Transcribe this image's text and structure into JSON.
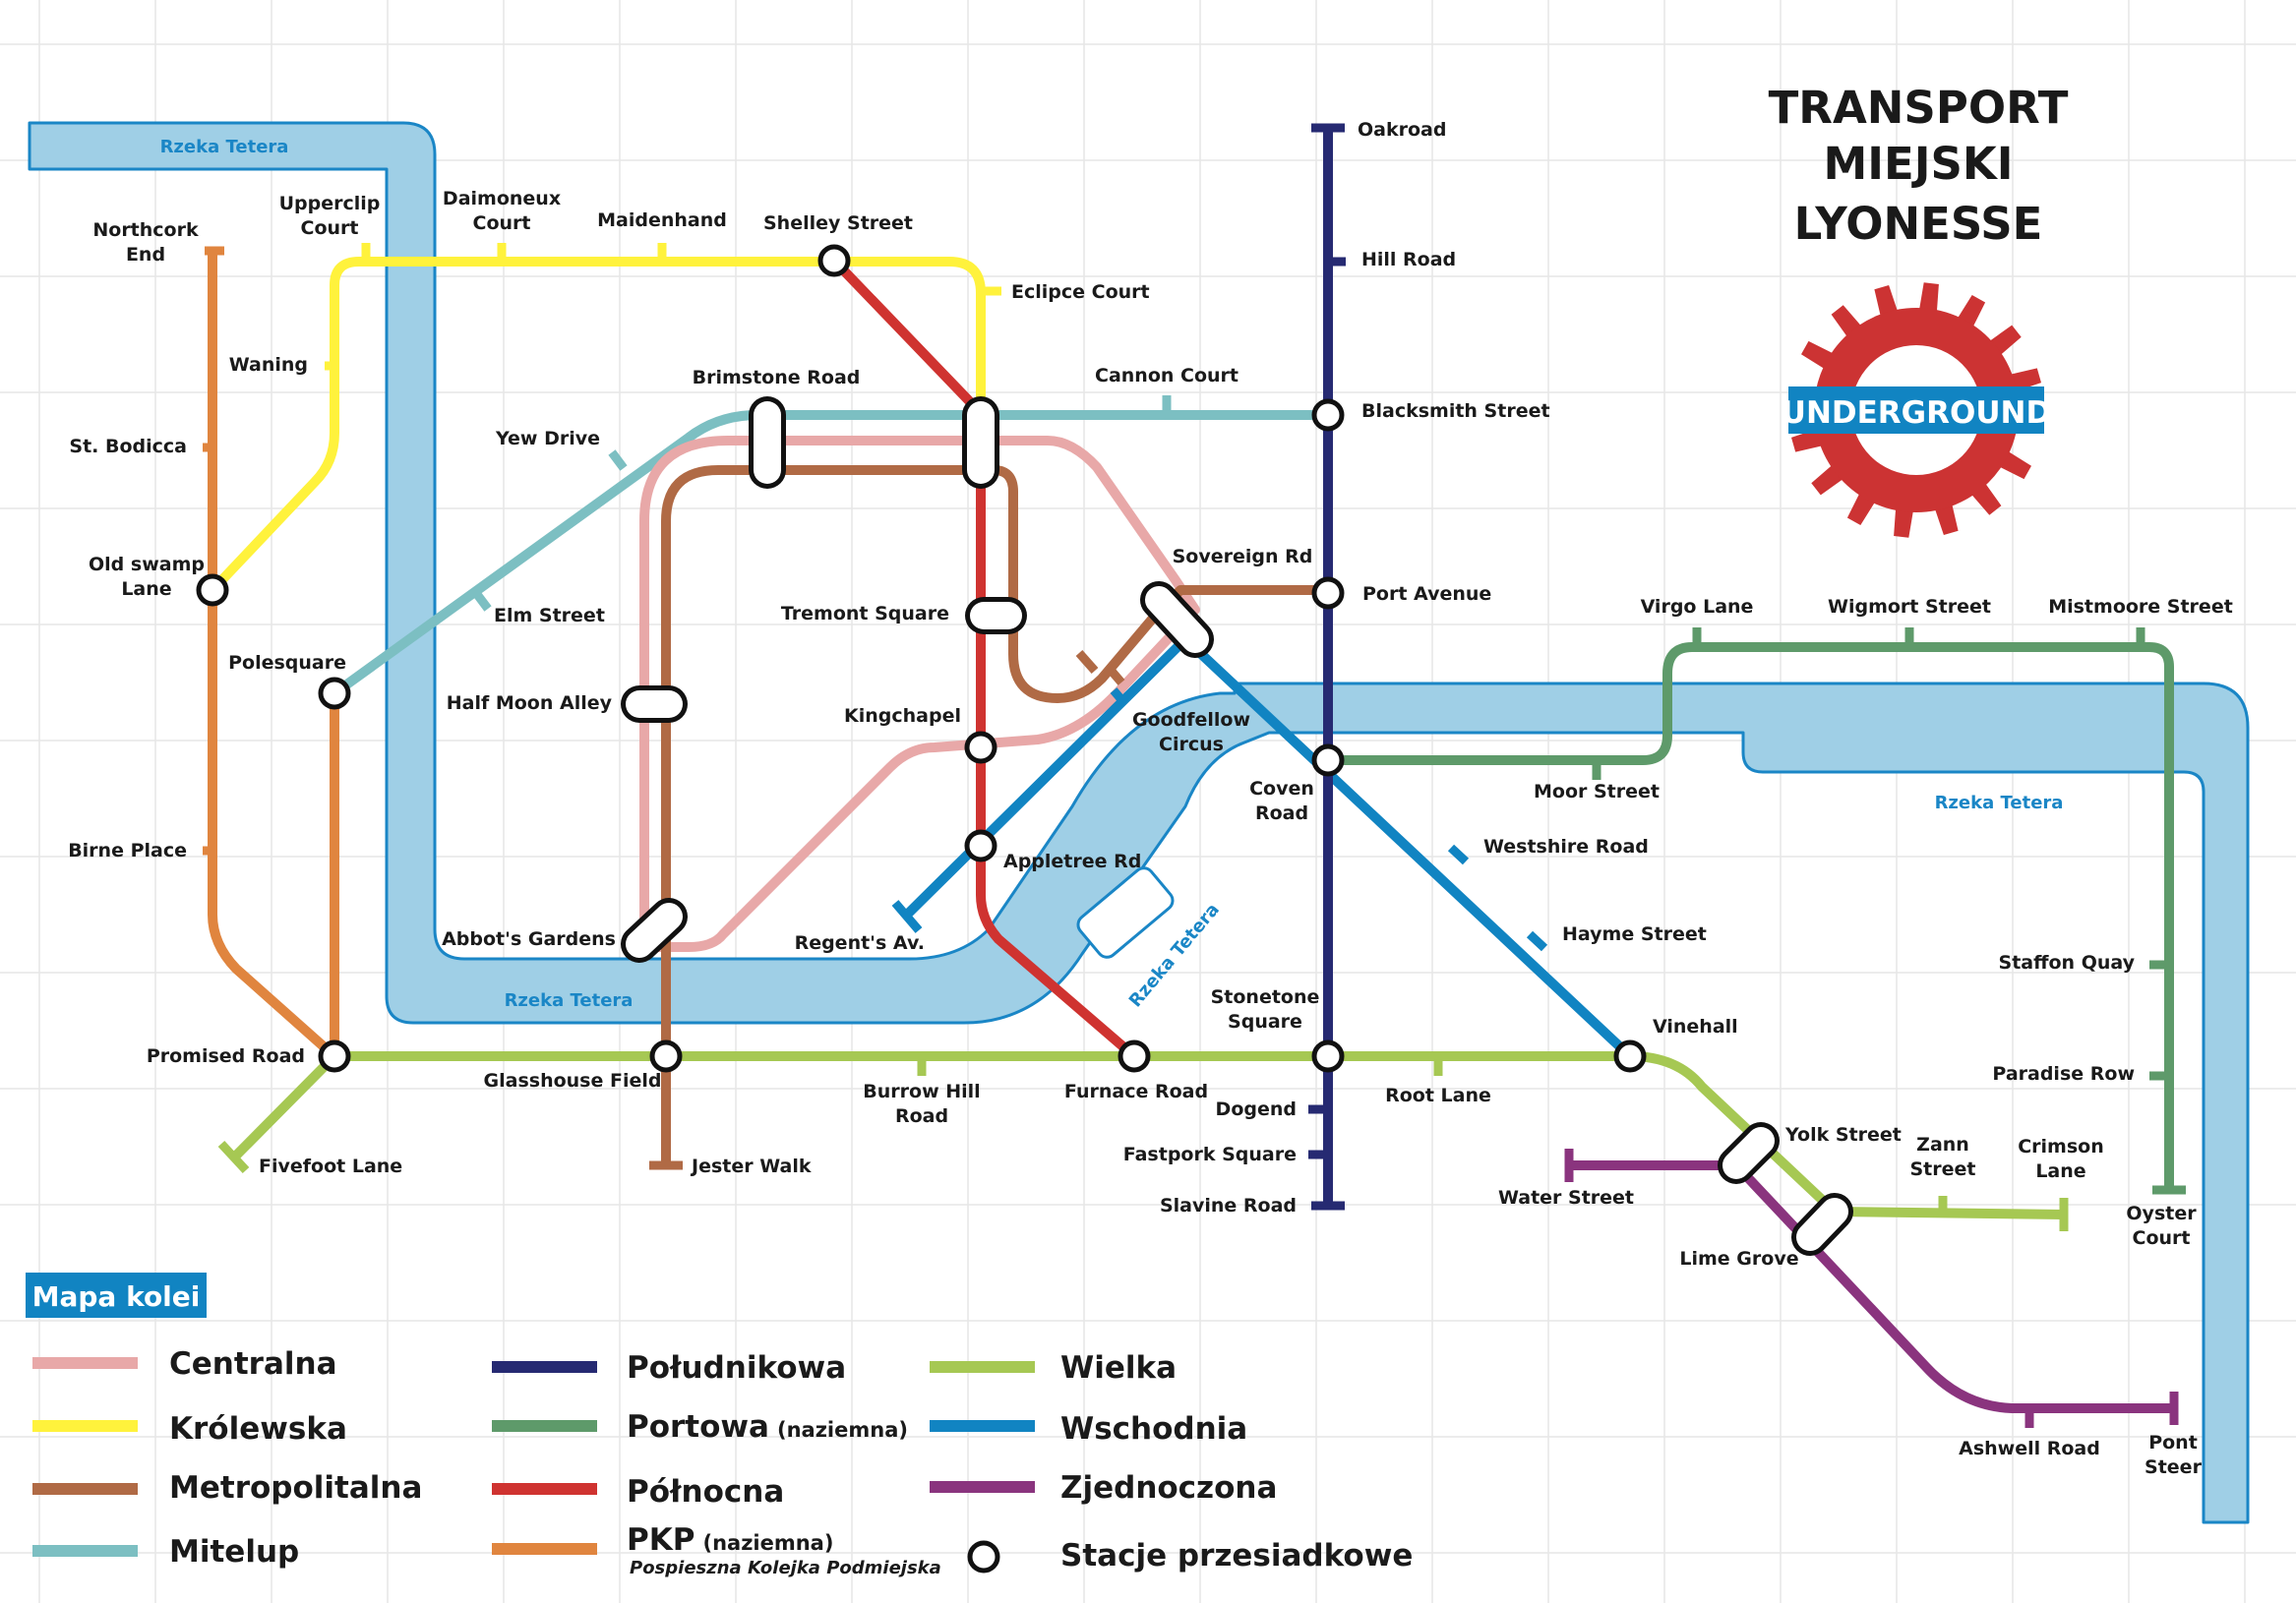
{
  "title_lines": [
    "TRANSPORT",
    "MIEJSKI",
    "LYONESSE"
  ],
  "logo_label": "UNDERGROUND",
  "colors": {
    "Centralna": "#e8a8a8",
    "Krolewska": "#fff23c",
    "Metropolitalna": "#b06a45",
    "Mitelup": "#7cbfc2",
    "PKP": "#e0853f",
    "Poludnikowa": "#262a72",
    "Portowa": "#5e9a6a",
    "Polnocna": "#cf3330",
    "Wielka": "#a6c853",
    "Wschodnia": "#1184c2",
    "Zjednoczona": "#8a347e",
    "river": "#9fcfe6",
    "logo": "#cc3333",
    "grid": "#e4e4e4"
  },
  "river_labels": [
    "Rzeka Tetera",
    "Rzeka Tetera",
    "Rzeka Tetera",
    "Rzeka Tetera"
  ],
  "stations": {
    "northcork_end_1": "Northcork",
    "northcork_end_2": "End",
    "upperclip_court_1": "Upperclip",
    "upperclip_court_2": "Court",
    "daimoneux_court_1": "Daimoneux",
    "daimoneux_court_2": "Court",
    "maidenhand": "Maidenhand",
    "shelley_street": "Shelley Street",
    "eclipce_court": "Eclipce Court",
    "waning": "Waning",
    "st_bodicca": "St. Bodicca",
    "old_swamp_lane_1": "Old swamp",
    "old_swamp_lane_2": "Lane",
    "birne_place": "Birne Place",
    "promised_road": "Promised Road",
    "fivefoot_lane": "Fivefoot Lane",
    "polesquare": "Polesquare",
    "yew_drive": "Yew Drive",
    "elm_street": "Elm Street",
    "brimstone_road": "Brimstone Road",
    "cannon_court": "Cannon Court",
    "blacksmith_street": "Blacksmith Street",
    "oakroad": "Oakroad",
    "hill_road": "Hill Road",
    "half_moon_alley": "Half Moon Alley",
    "abbots_gardens": "Abbot's Gardens",
    "glasshouse_field": "Glasshouse Field",
    "jester_walk": "Jester Walk",
    "burrow_hill_road_1": "Burrow Hill",
    "burrow_hill_road_2": "Road",
    "tremont_square": "Tremont Square",
    "kingchapel": "Kingchapel",
    "appletree_rd": "Appletree Rd",
    "regents_av": "Regent's Av.",
    "furnace_road": "Furnace Road",
    "goodfellow_circus_1": "Goodfellow",
    "goodfellow_circus_2": "Circus",
    "sovereign_rd": "Sovereign Rd",
    "port_avenue": "Port Avenue",
    "coven_road_1": "Coven",
    "coven_road_2": "Road",
    "stonetone_square_1": "Stonetone",
    "stonetone_square_2": "Square",
    "dogend": "Dogend",
    "fastpork_square": "Fastpork Square",
    "slavine_road": "Slavine Road",
    "root_lane": "Root Lane",
    "vinehall": "Vinehall",
    "westshire_road": "Westshire Road",
    "hayme_street": "Hayme Street",
    "moor_street": "Moor Street",
    "virgo_lane": "Virgo Lane",
    "wigmort_street": "Wigmort Street",
    "mistmoore_street": "Mistmoore Street",
    "staffon_quay": "Staffon Quay",
    "paradise_row": "Paradise Row",
    "oyster_court_1": "Oyster",
    "oyster_court_2": "Court",
    "yolk_street": "Yolk Street",
    "water_street": "Water Street",
    "lime_grove": "Lime Grove",
    "zann_street_1": "Zann",
    "zann_street_2": "Street",
    "crimson_lane_1": "Crimson",
    "crimson_lane_2": "Lane",
    "ashwell_road": "Ashwell Road",
    "pont_steer_1": "Pont",
    "pont_steer_2": "Steer"
  },
  "legend": {
    "header": "Mapa kolei",
    "items": [
      {
        "name": "Centralna"
      },
      {
        "name": "Królewska"
      },
      {
        "name": "Metropolitalna"
      },
      {
        "name": "Mitelup"
      },
      {
        "name": "Południkowa"
      },
      {
        "name": "Portowa",
        "note": "(naziemna)"
      },
      {
        "name": "Północna"
      },
      {
        "name": "PKP",
        "note": "(naziemna)",
        "sub": "Pospieszna Kolejka Podmiejska"
      },
      {
        "name": "Wielka"
      },
      {
        "name": "Wschodnia"
      },
      {
        "name": "Zjednoczona"
      },
      {
        "name": "Stacje przesiadkowe"
      }
    ]
  }
}
